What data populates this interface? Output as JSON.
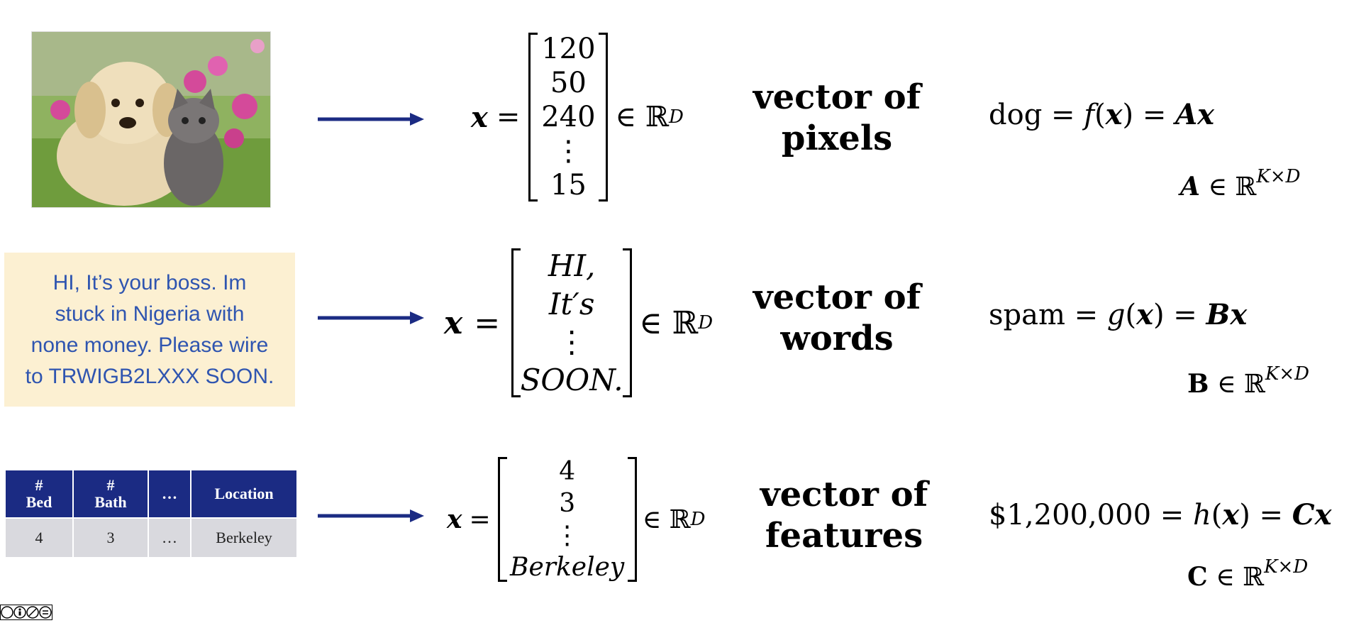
{
  "message": {
    "lines": [
      "HI, It’s your boss. Im",
      "stuck in Nigeria with",
      "none money. Please wire",
      "to TRWIGB2LXXX SOON."
    ]
  },
  "table": {
    "headers": [
      [
        "#",
        "Bed"
      ],
      [
        "#",
        "Bath"
      ],
      [
        "…"
      ],
      [
        "Location"
      ]
    ],
    "row": [
      "4",
      "3",
      "…",
      "Berkeley"
    ]
  },
  "rows": [
    {
      "vector_var": "x",
      "equals": "=",
      "entries": [
        "120",
        "50",
        "240",
        "⋮",
        "15"
      ],
      "member": "∈ ℝ",
      "dim": "D",
      "label_lines": [
        "vector of",
        "pixels"
      ],
      "eq_lhs": "dog",
      "eq_fn": "f",
      "eq_mat": "A",
      "def_mat": "A",
      "def_member": "∈ ℝ",
      "def_dim": "K×D"
    },
    {
      "vector_var": "x",
      "equals": "=",
      "entries": [
        "HI,",
        "It′s",
        "⋮",
        "SOON."
      ],
      "member": "∈ ℝ",
      "dim": "D",
      "label_lines": [
        "vector of",
        "words"
      ],
      "eq_lhs": "spam",
      "eq_fn": "g",
      "eq_mat": "B",
      "def_mat": "B",
      "def_member": "∈ ℝ",
      "def_dim": "K×D"
    },
    {
      "vector_var": "x",
      "equals": "=",
      "entries": [
        "4",
        "3",
        "⋮",
        "Berkeley"
      ],
      "member": "∈ ℝ",
      "dim": "D",
      "label_lines": [
        "vector of",
        "features"
      ],
      "eq_lhs": "$1,200,000",
      "eq_fn": "h",
      "eq_mat": "C",
      "def_mat": "C",
      "def_member": "∈ ℝ",
      "def_dim": "K×D"
    }
  ],
  "colors": {
    "arrow": "#1b2b83",
    "message_bg": "#fcf0d2",
    "message_text": "#2f55b0",
    "table_header": "#1b2b83",
    "table_cell": "#d9d9de"
  },
  "icons": {
    "photo": "puppy-kitten-photo",
    "license": "cc-license-icon"
  }
}
